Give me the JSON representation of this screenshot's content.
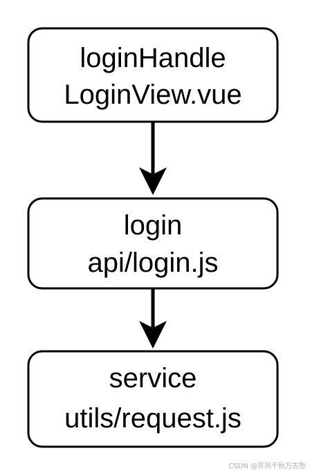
{
  "nodes": [
    {
      "id": "loginHandle",
      "line1": "loginHandle",
      "line2": "LoginView.vue"
    },
    {
      "id": "login",
      "line1": "login",
      "line2": "api/login.js"
    },
    {
      "id": "service",
      "line1": "service",
      "line2": "utils/request.js"
    }
  ],
  "edges": [
    {
      "from": "loginHandle",
      "to": "login"
    },
    {
      "from": "login",
      "to": "service"
    }
  ],
  "watermark": "CSDN @弈风千秋万古愁"
}
